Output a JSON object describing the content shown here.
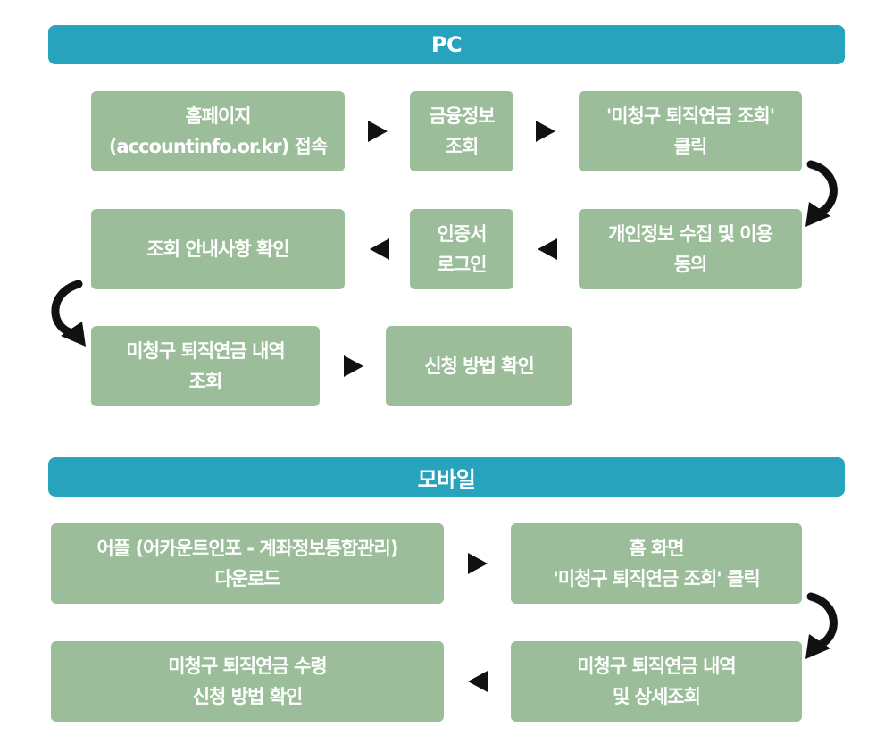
{
  "pc": {
    "title": "PC",
    "steps": [
      {
        "l1": "홈페이지",
        "l2": "(accountinfo.or.kr) 접속"
      },
      {
        "l1": "금융정보",
        "l2": "조회"
      },
      {
        "l1": "'미청구 퇴직연금 조회'",
        "l2": "클릭"
      },
      {
        "l1": "개인정보 수집 및 이용",
        "l2": "동의"
      },
      {
        "l1": "인증서",
        "l2": "로그인"
      },
      {
        "l1": "조회 안내사항 확인"
      },
      {
        "l1": "미청구 퇴직연금 내역",
        "l2": "조회"
      },
      {
        "l1": "신청 방법 확인"
      }
    ]
  },
  "mobile": {
    "title": "모바일",
    "steps": [
      {
        "l1": "어플 (어카운트인포 - 계좌정보통합관리)",
        "l2": "다운로드"
      },
      {
        "l1": "홈 화면",
        "l2": "'미청구 퇴직연금 조회' 클릭"
      },
      {
        "l1": "미청구 퇴직연금 내역",
        "l2": "및 상세조회"
      },
      {
        "l1": "미청구 퇴직연금 수령",
        "l2": "신청 방법 확인"
      }
    ]
  }
}
